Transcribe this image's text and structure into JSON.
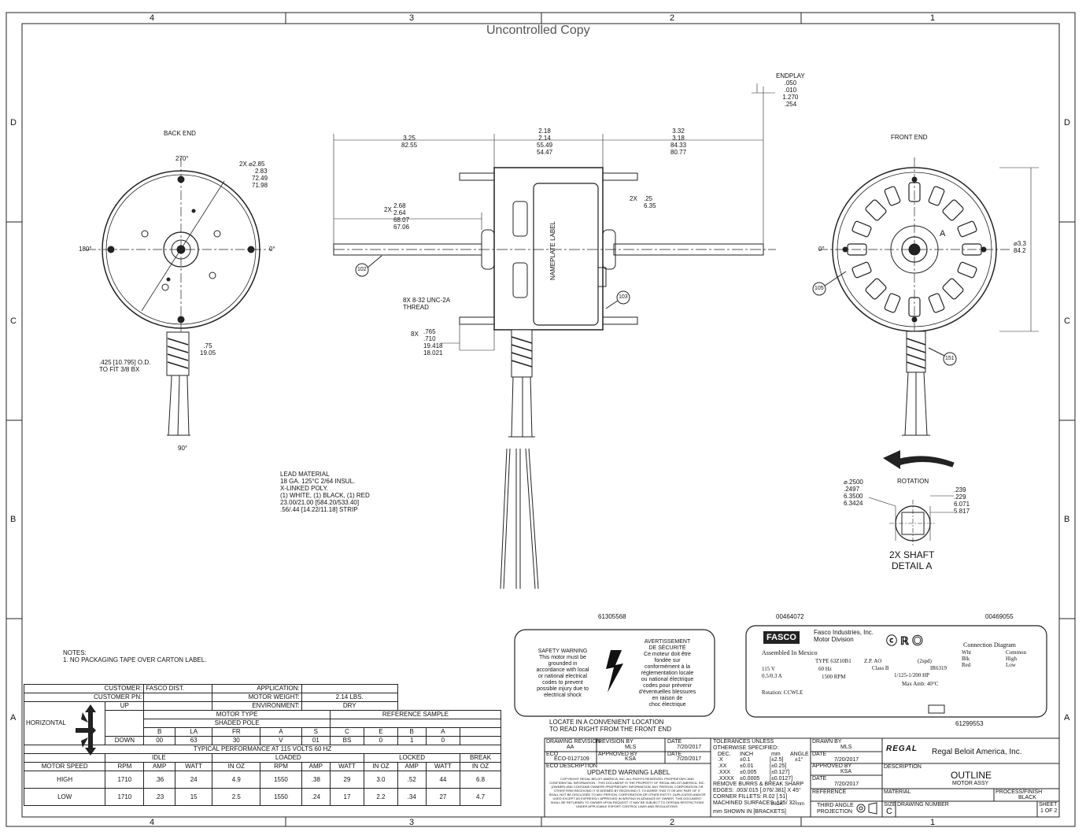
{
  "watermark": "Uncontrolled Copy",
  "grid": {
    "columns": [
      "4",
      "3",
      "2",
      "1"
    ],
    "rows": [
      "D",
      "C",
      "B",
      "A"
    ]
  },
  "back_end": {
    "title": "BACK END",
    "angles": [
      "270°",
      "180°",
      "0°",
      "90°"
    ],
    "dia_callout": [
      "2X ⌀2.85",
      "2.83",
      "72.49",
      "71.98"
    ],
    "lead_od": [
      ".425 [10.795] O.D.",
      "TO FIT 3/8 BX"
    ],
    "lead_len": [
      ".75",
      "19.05"
    ]
  },
  "side_view": {
    "endplay": [
      "ENDPLAY",
      ".050",
      ".010",
      "1.270",
      ".254"
    ],
    "dim_left": [
      "3.25",
      "82.55"
    ],
    "dim_center": [
      "2.18",
      "2.14",
      "55.49",
      "54.47"
    ],
    "dim_right": [
      "3.32",
      "3.18",
      "84.33",
      "80.77"
    ],
    "dim_shaft": [
      "2X",
      "2.68",
      "2.64",
      "68.07",
      "67.06"
    ],
    "dim_stud": [
      "2X",
      ".25",
      "6.35"
    ],
    "thread": [
      "8X 8-32 UNC-2A",
      "THREAD"
    ],
    "stud_len": [
      "8X",
      ".765",
      ".710",
      "19.418",
      "18.021"
    ],
    "nameplate": "NAMEPLATE LABEL",
    "balloon_102": "102",
    "balloon_103": "103"
  },
  "front_end": {
    "title": "FRONT END",
    "angle_0": "0°",
    "datum": "A",
    "dia": [
      "⌀3.3",
      "84.2"
    ],
    "balloon_105": "105",
    "balloon_151": "151"
  },
  "rotation": {
    "label": "ROTATION"
  },
  "shaft_detail": {
    "dia": [
      "⌀.2500",
      ".2497",
      "6.3500",
      "6.3424"
    ],
    "flat": [
      ".239",
      ".229",
      "6.071",
      "5.817"
    ],
    "title": [
      "2X SHAFT",
      "DETAIL A"
    ]
  },
  "lead_material": [
    "LEAD MATERIAL",
    "18 GA. 125°C 2/64 INSUL.",
    "X-LINKED POLY.",
    "(1) WHITE, (1) BLACK, (1) RED",
    "23.00/21.00 [584.20/533.40]",
    ".56/.44 [14.22/11.18] STRIP"
  ],
  "part_numbers": [
    "61305568",
    "00464072",
    "00469055"
  ],
  "notes": [
    "NOTES:",
    "1.     NO PACKAGING TAPE OVER CARTON LABEL."
  ],
  "safety": {
    "en": [
      "SAFETY WARNING",
      "This motor must be",
      "grounded in",
      "accordance with local",
      "or national electrical",
      "codes to prevent",
      "possible injury due to",
      "electrical shock"
    ],
    "fr": [
      "AVERTISSEMENT",
      "DE SÉCURITÉ",
      "Ce moteur doit être",
      "fondée sur",
      "conformément à la",
      "réglementation locale",
      "ou national électrique",
      "codes pour prévenir",
      "d'éventuelles blessures",
      "en raison de",
      "choc électrique"
    ],
    "locate": [
      "LOCATE IN A CONVENIENT LOCATION",
      "TO READ RIGHT FROM THE FRONT END"
    ]
  },
  "nameplate_label": {
    "brand": "FASCO",
    "company": [
      "Fasco Industries, Inc.",
      "Motor Division"
    ],
    "assembled": "Assembled In Mexico",
    "type_line": [
      "TYPE  63Z10B1",
      "Z.P.  AO",
      "(2spd)"
    ],
    "class": "Class B",
    "ir": "IR6319",
    "volts": "115 V",
    "hz": "60 Hz",
    "amps": "0.5/0.3 A",
    "rpm": "1500 RPM",
    "hp": "1/125-1/200 HP",
    "max_amb": "Max Amb: 40°C",
    "rotation": "Rotation: CCWLE",
    "conn_title": "Connection Diagram",
    "conn": [
      [
        "Wht",
        "Common"
      ],
      [
        "Blk",
        "High"
      ],
      [
        "Red",
        "Low"
      ]
    ],
    "label_pn": "61299553"
  },
  "specs": {
    "customer_label": "CUSTOMER:",
    "customer": "FASCO DIST.",
    "application_label": "APPLICATION:",
    "application": "",
    "customer_pn_label": "CUSTOMER PN:",
    "customer_pn": "",
    "motor_weight_label": "MOTOR WEIGHT:",
    "motor_weight": "2.14 LBS.",
    "environment_label": "ENVIRONMENT:",
    "environment": "DRY",
    "orientation": "HORIZONTAL",
    "up": "UP",
    "down": "DOWN",
    "motor_type_label": "MOTOR TYPE",
    "motor_type": "SHADED POLE",
    "reference_label": "REFERENCE SAMPLE",
    "ref_headers": [
      "B",
      "LA",
      "FR",
      "A",
      "S",
      "C",
      "E",
      "B",
      "A"
    ],
    "ref_values": [
      "00",
      "63",
      "30",
      "V",
      "01",
      "BS",
      "0",
      "1",
      "0"
    ],
    "perf_title": "TYPICAL PERFORMANCE AT 115 VOLTS 60 HZ",
    "groups": [
      "IDLE",
      "LOADED",
      "LOCKED",
      "BREAK"
    ],
    "columns": [
      "MOTOR SPEED",
      "RPM",
      "AMP",
      "WATT",
      "IN OZ",
      "RPM",
      "AMP",
      "WATT",
      "IN OZ",
      "AMP",
      "WATT",
      "IN OZ"
    ],
    "rows": [
      [
        "HIGH",
        "1710",
        ".36",
        "24",
        "4.9",
        "1550",
        ".38",
        "29",
        "3.0",
        ".52",
        "44",
        "6.8"
      ],
      [
        "LOW",
        "1710",
        ".23",
        "15",
        "2.5",
        "1550",
        ".24",
        "17",
        "2.2",
        ".34",
        "27",
        "4.7"
      ]
    ]
  },
  "title_block": {
    "drawing_revision_label": "DRAWING REVISION",
    "drawing_revision": "AA",
    "revision_by_label": "REVISION BY",
    "revision_by": "MLS",
    "date_label": "DATE",
    "rev_date": "7/20/2017",
    "eco_label": "ECO",
    "eco": "ECO-0127109",
    "approved_by_label": "APPROVED BY",
    "approved_by": "KSA",
    "appr_date": "7/20/2017",
    "eco_desc_label": "ECO DESCRIPTION",
    "eco_desc": "UPDATED WARNING LABEL",
    "copyright": "COPYRIGHT REGAL BELOIT AMERICA, INC. ALL RIGHTS RESERVED. PROPRIETARY AND CONFIDENTIAL INFORMATION - THIS DOCUMENT IS THE PROPERTY OF REGAL BELOIT AMERICA, INC. (OWNER) AND CONTAINS OWNERS PROPRIETARY INFORMATION. ANY PERSON, CORPORATION OR OTHER FIRM RECEIVING IT IS DEEMED BY RECEIVING IT, TO AGREE THAT IT OR ANY PART OF IT SHALL NOT BE DISCLOSED TO ANY PERSON, CORPORATION OR OTHER ENTITY, DUPLICATED AND/OR USED EXCEPT AS EXPRESSLY APPROVED IN WRITING IN ADVANCE BY OWNER. THIS DOCUMENT SHALL BE RETURNED TO OWNER UPON REQUEST. IT MAY BE SUBJECT TO CERTAIN RESTRICTIONS UNDER APPLICABLE EXPORT CONTROL LAWS AND REGULATIONS.",
    "tolerances": [
      "TOLERANCES UNLESS",
      "OTHERWISE SPECIFIED:"
    ],
    "tol_head": [
      "DEC.",
      "INCH",
      "mm",
      "ANGLE"
    ],
    "tol_rows": [
      [
        ".X",
        "±0.1",
        "[±2.5]",
        "±1°"
      ],
      [
        ".XX",
        "±0.01",
        "[±0.25]",
        ""
      ],
      [
        ".XXX",
        "±0.005",
        "[±0.127]",
        ""
      ],
      [
        ".XXXX",
        "±0.0005",
        "[±0.0127]",
        ""
      ]
    ],
    "burrs": [
      "REMOVE BURRS & BREAK SHARP",
      "EDGES: .003/.015 [.076/.381] X 45°",
      "CORNER FILLETS: R.02 [.51]",
      "MACHINED SURFACES: 125/ 32/"
    ],
    "surf_units": [
      "INCH",
      "mm"
    ],
    "shown_in": "mm SHOWN IN [BRACKETS]",
    "drawn_by_label": "DRAWN BY",
    "drawn_by": "MLS",
    "drawn_date": "7/20/2017",
    "approved_by2": "KSA",
    "approved_date2": "7/20/2017",
    "reference_label": "REFERENCE",
    "projection": [
      "THIRD ANGLE",
      "PROJECTION"
    ],
    "company_logo": "REGAL",
    "company": "Regal Beloit America, Inc.",
    "description_label": "DESCRIPTION",
    "title": "OUTLINE",
    "subtitle": "MOTOR ASSY",
    "material_label": "MATERIAL",
    "process_label": "PROCESS/FINISH",
    "process": "BLACK",
    "size_label": "SIZE",
    "size": "C",
    "drawing_number_label": "DRAWING NUMBER",
    "sheet_label": "SHEET",
    "sheet": "1 OF 2"
  }
}
